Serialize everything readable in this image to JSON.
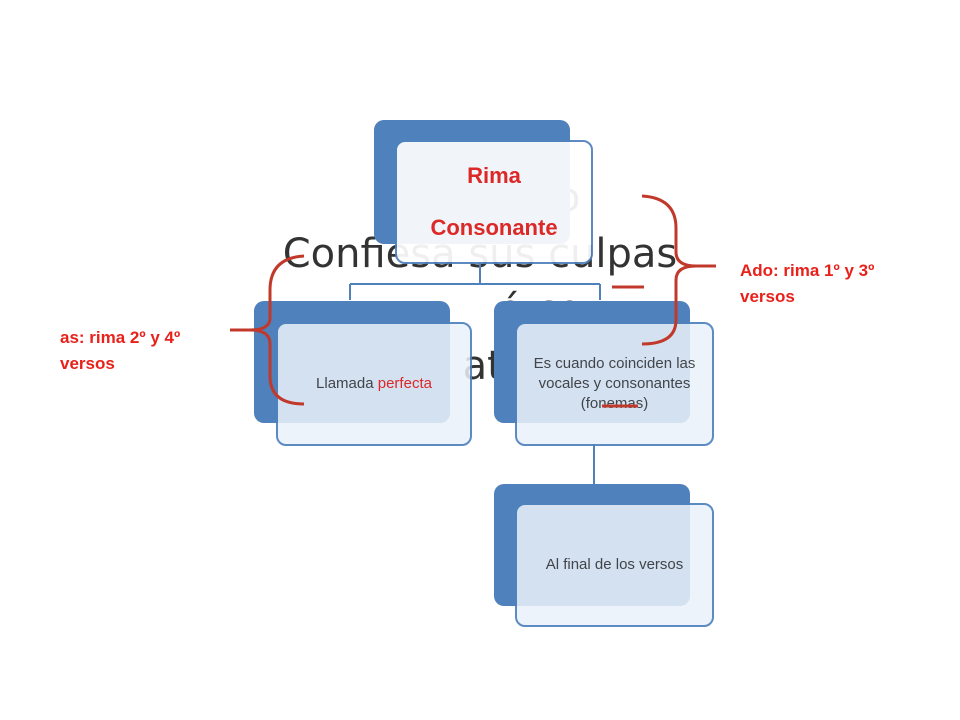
{
  "poem": {
    "lines": [
      "El         do",
      "Confiesa sus culpas",
      "ó co",
      "ata"
    ]
  },
  "diagram": {
    "root": {
      "line1": "Rima",
      "line2": "Consonante"
    },
    "left_node": {
      "prefix": "Llamada ",
      "emphasis": "perfecta"
    },
    "right_node": {
      "text": "Es cuando coinciden las vocales y consonantes (fonemas)"
    },
    "bottom_node": {
      "text": "Al final de los versos"
    }
  },
  "annotations": {
    "left": "as: rima 2º y 4º versos",
    "right": "Ado: rima 1º y 3º versos"
  },
  "colors": {
    "accent_red": "#e8211b",
    "node_blue": "#4f81bd",
    "text_gray": "#333333"
  }
}
